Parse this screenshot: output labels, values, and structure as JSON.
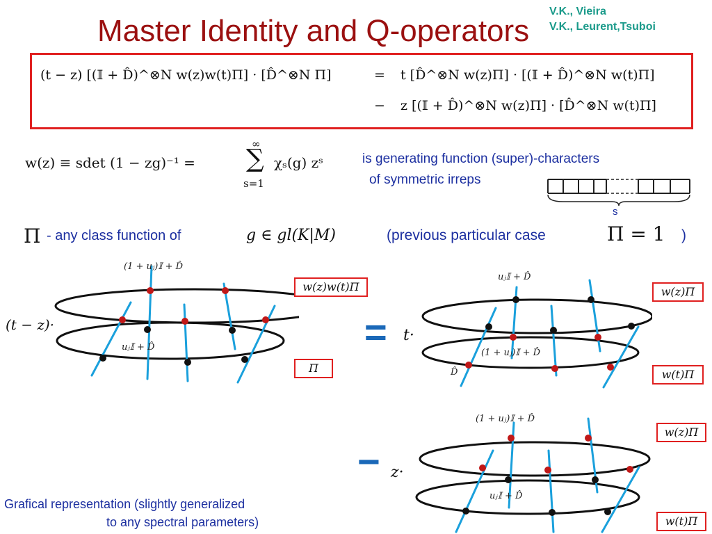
{
  "slide": {
    "title": "Master Identity and Q-operators",
    "authors": [
      "V.K., Vieira",
      "V.K., Leurent,Tsuboi"
    ]
  },
  "identity": {
    "line1_lhs": "(t − z) [(𝕀 + D̂)^⊗N  w(z)w(t)Π] · [D̂^⊗N  Π]",
    "line1_eq": "=",
    "line1_rhs": "t [D̂^⊗N  w(z)Π] · [(𝕀 + D̂)^⊗N  w(t)Π]",
    "line2_op": "−",
    "line2_rhs": "z [(𝕀 + D̂)^⊗N  w(z)Π] · [D̂^⊗N  w(t)Π]"
  },
  "generating": {
    "formula_lhs": "w(z) ≡ sdet (1 − zg)⁻¹ =",
    "sum_top": "∞",
    "sum_sign": "∑",
    "sum_bottom": "s=1",
    "sum_term": "χₛ(g) zˢ",
    "description_line1": "is generating function (super)-characters",
    "description_line2": "of symmetric irreps",
    "young_label": "s"
  },
  "classfn": {
    "pi_symbol": "Π",
    "text": "- any class function of",
    "group": "g ∈ gl(K|M)",
    "note": "(previous particular case",
    "case": "Π = 1",
    "note_close": ")"
  },
  "diagrams": {
    "left_prefix": "(t − z)·",
    "left_top_label": "(1 + uⱼ)𝕀 + D̂",
    "left_mid_label": "uⱼ𝕀 + D̂",
    "left_box_top": "w(z)w(t)Π",
    "left_box_bottom": "Π",
    "equals": "=",
    "t_prefix": "t·",
    "t_top_label": "uⱼ𝕀 + D̂",
    "t_mid_label": "(1 + uⱼ)𝕀 + D̂",
    "t_d_label": "D̂",
    "t_box_top": "w(z)Π",
    "t_box_bottom": "w(t)Π",
    "minus": "−",
    "z_prefix": "z·",
    "z_top_label": "(1 + uⱼ)𝕀 + D̂",
    "z_mid_label": "uⱼ𝕀 + D̂",
    "z_box_top": "w(z)Π",
    "z_box_bottom": "w(t)Π"
  },
  "caption": {
    "line1": "Grafical representation (slightly generalized",
    "line2": "to any spectral parameters)"
  },
  "colors": {
    "title": "#9b1010",
    "authors": "#1a9a8a",
    "frame": "#e02020",
    "text_blue": "#1c2fa0",
    "line_cyan": "#1aa0dc",
    "dot_red": "#c01818",
    "sign_blue": "#1a68b8"
  }
}
